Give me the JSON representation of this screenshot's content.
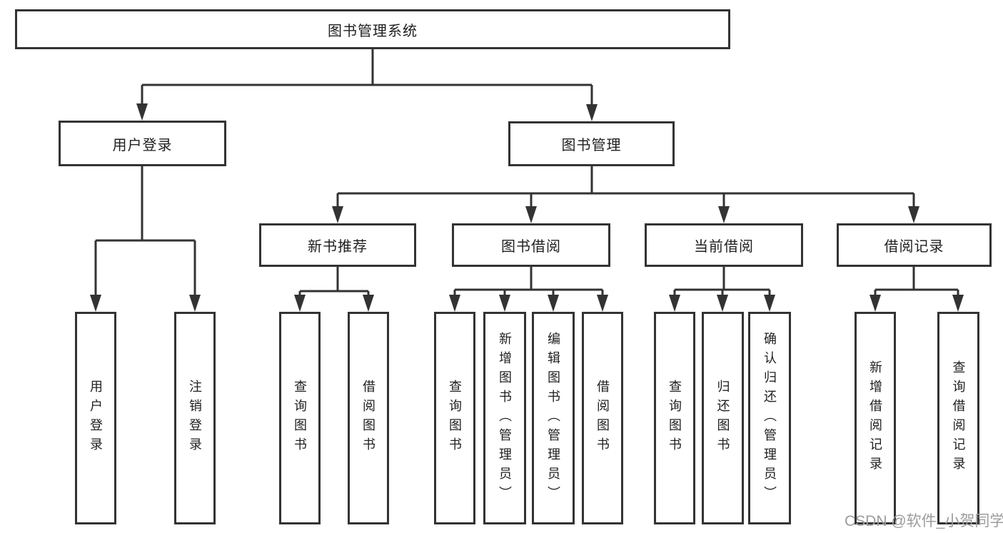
{
  "colors": {
    "line": "#333333",
    "text": "#1f1f1f",
    "wm": "#9c9c9c",
    "bg": "#ffffff"
  },
  "watermark": {
    "text": "CSDN @软件_小贺同学"
  },
  "tree": {
    "label": "图书管理系统",
    "children": [
      {
        "label": "用户登录",
        "children": [
          {
            "label": "用户登录"
          },
          {
            "label": "注销登录"
          }
        ]
      },
      {
        "label": "图书管理",
        "children": [
          {
            "label": "新书推荐",
            "children": [
              {
                "label": "查询图书"
              },
              {
                "label": "借阅图书"
              }
            ]
          },
          {
            "label": "图书借阅",
            "children": [
              {
                "label": "查询图书"
              },
              {
                "label": "新增图书（管理员）"
              },
              {
                "label": "编辑图书（管理员）"
              },
              {
                "label": "借阅图书"
              }
            ]
          },
          {
            "label": "当前借阅",
            "children": [
              {
                "label": "查询图书"
              },
              {
                "label": "归还图书"
              },
              {
                "label": "确认归还（管理员）"
              }
            ]
          },
          {
            "label": "借阅记录",
            "children": [
              {
                "label": "新增借阅记录"
              },
              {
                "label": "查询借阅记录"
              }
            ]
          }
        ]
      }
    ]
  }
}
